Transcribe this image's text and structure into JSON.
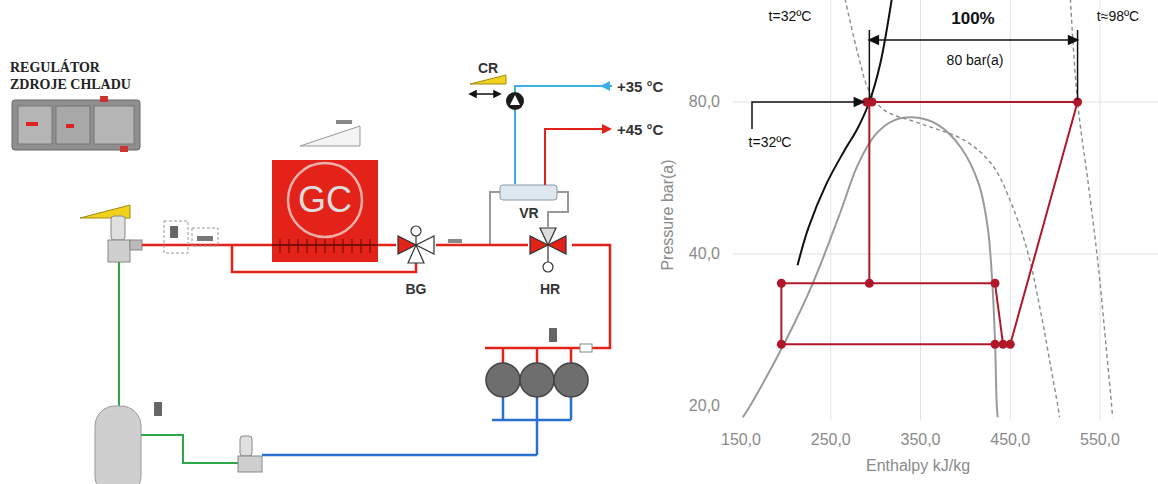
{
  "diagram": {
    "nodes": [
      {
        "text": [
          "REGULÁTOR ZDROJE CHLADU"
        ]
      },
      {
        "text": [
          "GC"
        ]
      },
      {
        "text": [
          "BG"
        ]
      },
      {
        "text": [
          "VR"
        ]
      },
      {
        "text": [
          "HR"
        ]
      },
      {
        "text": [
          "CR"
        ]
      }
    ],
    "edges": [
      {
        "from": 1,
        "to": 2,
        "arrow": "none"
      },
      {
        "from": 2,
        "to": 4,
        "arrow": "none"
      },
      {
        "from": 3,
        "to": 4,
        "arrow": "none"
      },
      {
        "from": 5,
        "to": 3,
        "arrow": "none"
      }
    ],
    "labels": [
      "+35 °C",
      "+45 °C",
      "t=32ºC",
      "t≈98ºC",
      "100%",
      "80 bar(a)",
      "80,0",
      "t=32ºC",
      "Pressure bar(a)",
      "40,0",
      "20,0",
      "150,0",
      "250,0",
      "350,0",
      "450,0",
      "550,0",
      "Enthalpy kJ/kg"
    ]
  }
}
